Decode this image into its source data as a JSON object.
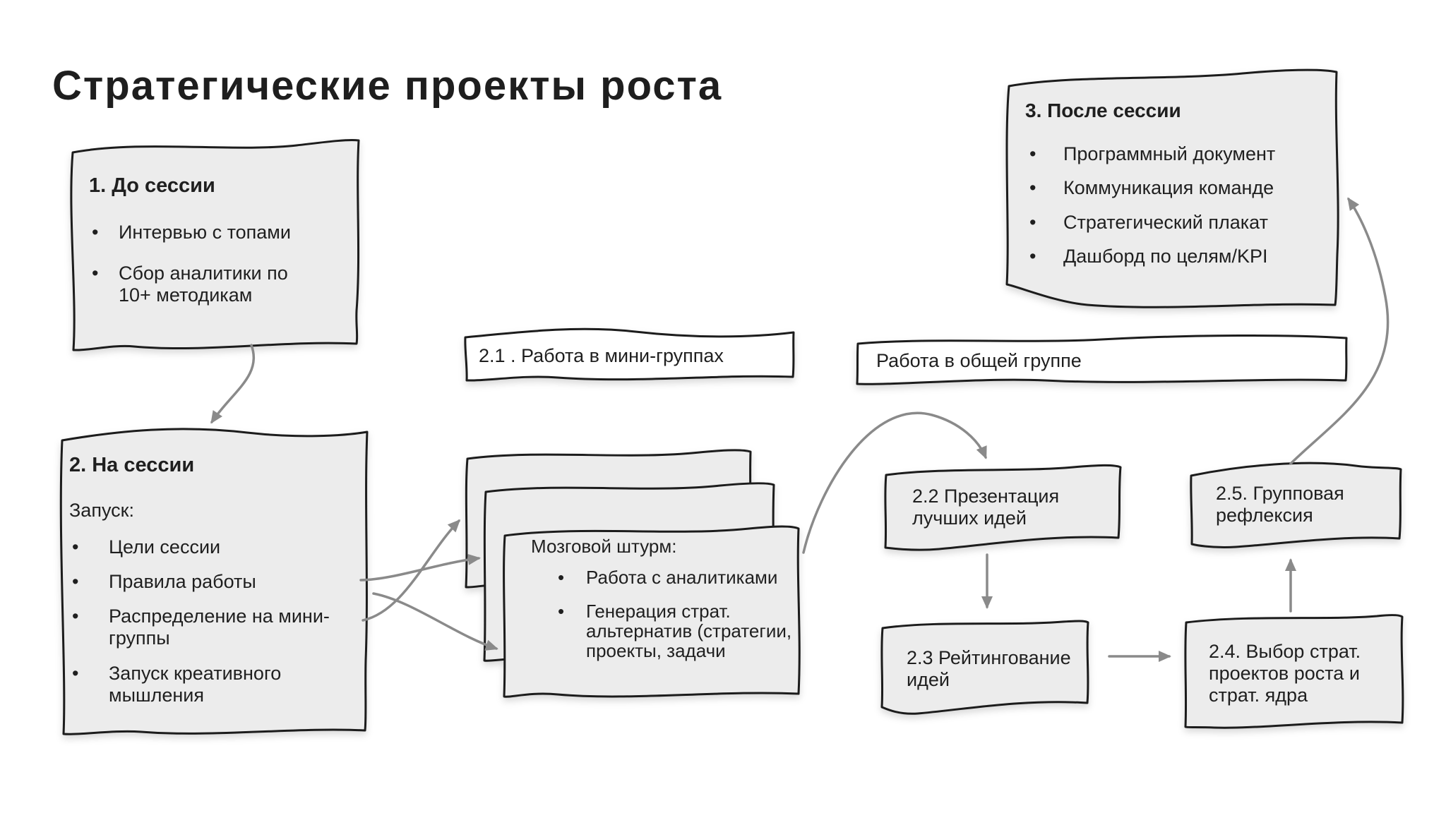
{
  "title": "Стратегические проекты роста",
  "glyphs": {
    "bullet": "•"
  },
  "before_session": {
    "heading": "1. До сессии",
    "bullets": [
      "Интервью с топами",
      "Сбор аналитики по 10+ методикам"
    ]
  },
  "during_session": {
    "heading": "2. На сессии",
    "intro": "Запуск:",
    "bullets": [
      "Цели сессии",
      "Правила работы",
      "Распределение на мини-группы",
      "Запуск креативного мышления"
    ]
  },
  "after_session": {
    "heading": "3. После сессии",
    "bullets": [
      "Программный документ",
      "Коммуникация команде",
      "Стратегический плакат",
      "Дашборд по целям/KPI"
    ]
  },
  "banners": {
    "mini_groups": "2.1 . Работа в мини-группах",
    "common_group": "Работа в общей группе"
  },
  "brainstorm": {
    "heading": "Мозговой штурм:",
    "bullets": [
      "Работа с аналитиками",
      "Генерация страт. альтернатив (стратегии, проекты, задачи"
    ]
  },
  "steps": {
    "s22": "2.2 Презентация лучших идей",
    "s23": "2.3 Рейтингование идей",
    "s24": "2.4. Выбор страт. проектов роста и страт. ядра",
    "s25": "2.5. Групповая рефлексия"
  },
  "colors": {
    "box_fill": "#ececec",
    "banner_fill": "#ffffff",
    "box_border": "#1b1b1b",
    "arrow": "#8a8a8a",
    "text": "#1f1f1f",
    "background": "#ffffff"
  }
}
